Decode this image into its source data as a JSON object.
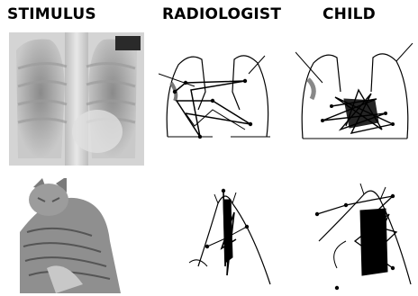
{
  "headers": {
    "stimulus": "STIMULUS",
    "radiologist": "RADIOLOGIST",
    "child": "CHILD"
  },
  "rows": [
    {
      "stimulus_icon": "chest-xray-image",
      "radiologist_icon": "lung-outline-scanpath",
      "child_icon": "lung-outline-scanpath"
    },
    {
      "stimulus_icon": "cat-photo-image",
      "radiologist_icon": "cat-outline-scanpath",
      "child_icon": "cat-outline-scanpath"
    }
  ],
  "colors": {
    "ink": "#000000",
    "paper": "#ffffff"
  }
}
